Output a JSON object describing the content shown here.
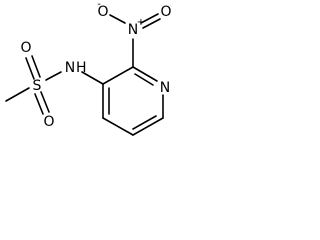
{
  "molecule": {
    "atoms": {
      "sulfur": "S",
      "oxygen_sulfonyl_top": "O",
      "oxygen_sulfonyl_bottom": "O",
      "amide_nitrogen": "N",
      "amide_hydrogen": "H",
      "nitro_nitrogen": "N",
      "nitro_plus": "+",
      "nitro_oxygen_left": "O",
      "nitro_minus": "-",
      "nitro_oxygen_right": "O",
      "pyridine_nitrogen": "N"
    }
  }
}
